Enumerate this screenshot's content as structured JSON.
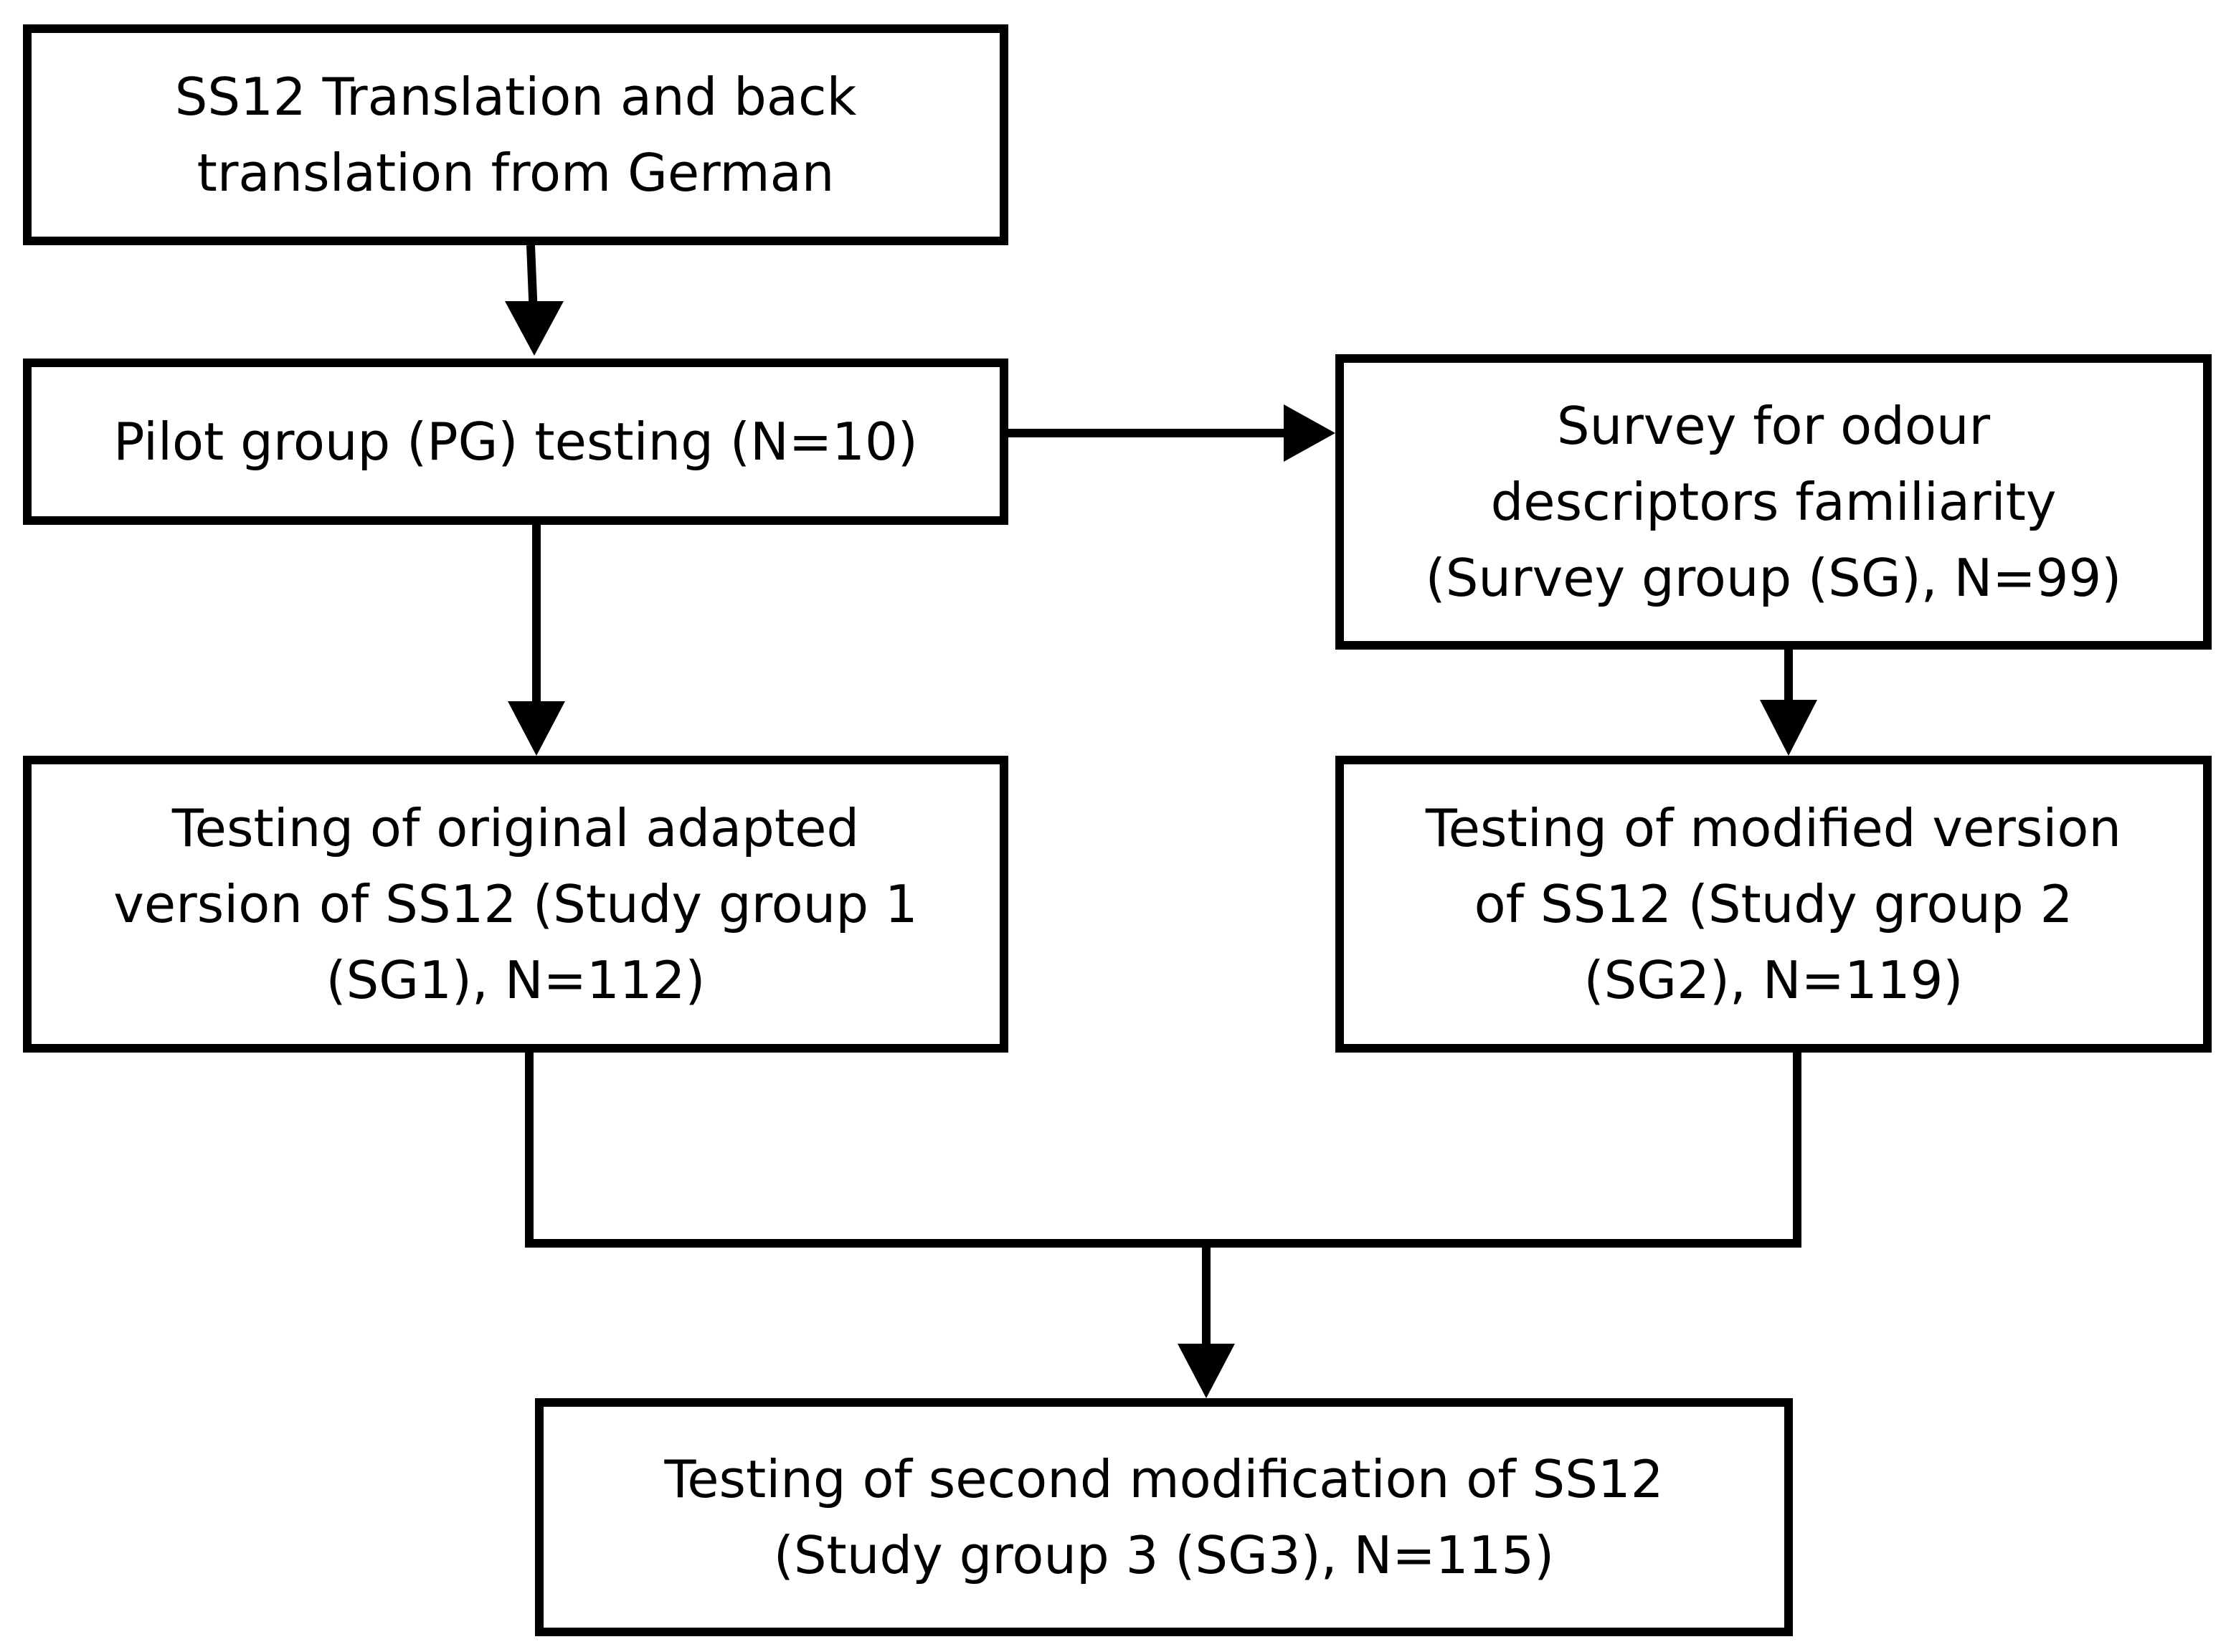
{
  "diagram": {
    "boxes": {
      "translation": {
        "lines": [
          "SS12 Translation and back",
          "translation from German"
        ]
      },
      "pilot": {
        "lines": [
          "Pilot group (PG) testing (N=10)"
        ]
      },
      "survey": {
        "lines": [
          "Survey for odour",
          "descriptors familiarity",
          "(Survey group (SG), N=99)"
        ]
      },
      "sg1": {
        "lines": [
          "Testing of original adapted",
          "version of SS12 (Study group 1",
          "(SG1), N=112)"
        ]
      },
      "sg2": {
        "lines": [
          "Testing of modified version",
          "of SS12 (Study group 2",
          "(SG2), N=119)"
        ]
      },
      "sg3": {
        "lines": [
          "Testing of second modification of SS12",
          "(Study group 3 (SG3), N=115)"
        ]
      }
    },
    "connectors": [
      {
        "from": "translation",
        "to": "pilot"
      },
      {
        "from": "pilot",
        "to": "survey"
      },
      {
        "from": "pilot",
        "to": "sg1"
      },
      {
        "from": "survey",
        "to": "sg2"
      },
      {
        "from": [
          "sg1",
          "sg2"
        ],
        "to": "sg3"
      }
    ],
    "colors": {
      "stroke": "#000000",
      "background": "#ffffff"
    }
  }
}
